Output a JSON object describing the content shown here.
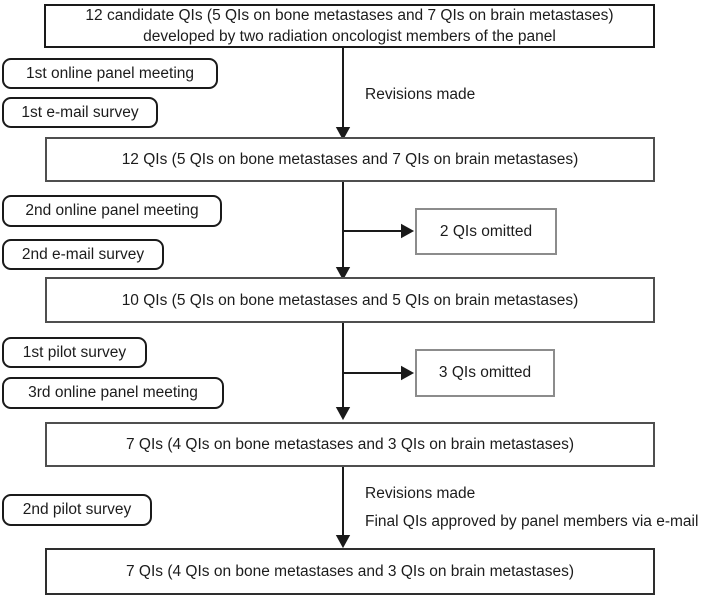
{
  "top_box": {
    "line1": "12 candidate QIs (5 QIs on bone metastases and 7 QIs on brain metastases)",
    "line2": "developed by two radiation oncologist members of the panel"
  },
  "stage_boxes": [
    {
      "label": "12 QIs (5 QIs on bone metastases and 7 QIs on brain metastases)"
    },
    {
      "label": "10 QIs (5 QIs on bone metastases and 5 QIs on brain metastases)"
    },
    {
      "label": "7 QIs (4 QIs on bone metastases and 3 QIs on brain metastases)"
    },
    {
      "label": "7 QIs (4 QIs on bone metastases and 3 QIs on brain metastases)"
    }
  ],
  "side_steps": [
    {
      "label": "1st online panel meeting"
    },
    {
      "label": "1st e-mail survey"
    },
    {
      "label": "2nd online panel meeting"
    },
    {
      "label": "2nd e-mail survey"
    },
    {
      "label": "1st pilot survey"
    },
    {
      "label": "3rd online panel meeting"
    },
    {
      "label": "2nd pilot survey"
    }
  ],
  "omitted_boxes": [
    {
      "label": "2 QIs omitted"
    },
    {
      "label": "3 QIs omitted"
    }
  ],
  "annotations": {
    "revisions_made_1": "Revisions made",
    "revisions_made_2": "Revisions made",
    "final_approval": "Final QIs approved by panel members via e-mail"
  },
  "colors": {
    "background": "#ffffff",
    "border_dark": "#1a1a1a",
    "border_stage": "#4f4f4f",
    "border_omitted": "#8c8c8c",
    "text": "#1c1c1c",
    "arrow": "#1a1a1a"
  }
}
